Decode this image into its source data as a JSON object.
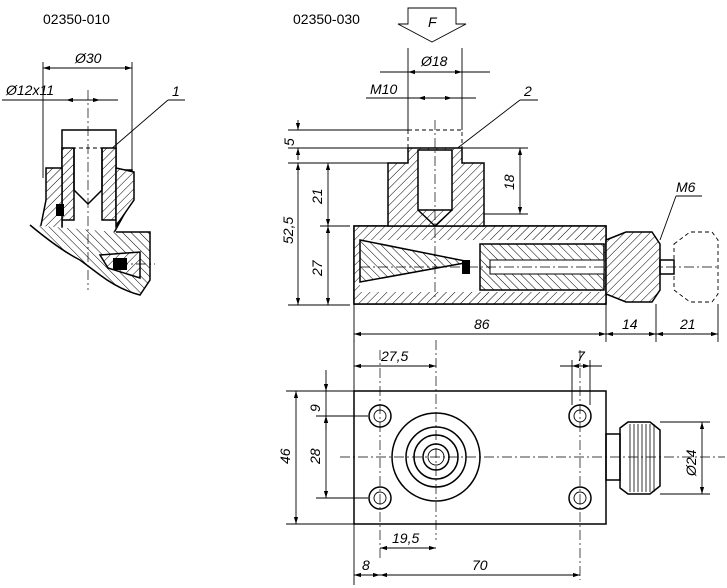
{
  "titles": {
    "left": "02350-010",
    "right": "02350-030"
  },
  "force_label": "F",
  "dims": {
    "d30": "Ø30",
    "d12x11": "Ø12x11",
    "d18": "Ø18",
    "m10": "M10",
    "m6": "M6",
    "v5": "5",
    "v21": "21",
    "v525": "52,5",
    "v27": "27",
    "v18": "18",
    "h86": "86",
    "h14": "14",
    "h21": "21",
    "h275": "27,5",
    "h7": "7",
    "v9": "9",
    "v46": "46",
    "v28": "28",
    "d24": "Ø24",
    "h195": "19,5",
    "h8": "8",
    "h70": "70"
  },
  "callouts": {
    "c1": "1",
    "c2": "2"
  }
}
